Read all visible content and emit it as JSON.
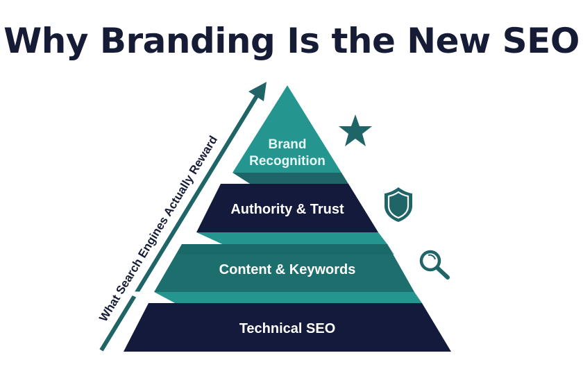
{
  "title": "Why Branding Is the New SEO",
  "axis": {
    "label": "What Search Engines Actually Reward",
    "direction": "up"
  },
  "pyramid": {
    "levels": [
      {
        "order": 1,
        "label_line1": "Brand",
        "label_line2": "Recognition",
        "color": "#25958f",
        "icon": "star-icon"
      },
      {
        "order": 2,
        "label": "Authority & Trust",
        "color": "#141a3b",
        "icon": "shield-icon"
      },
      {
        "order": 3,
        "label": "Content & Keywords",
        "color": "#1d6f6e",
        "icon": "magnifier-icon"
      },
      {
        "order": 4,
        "label": "Technical SEO",
        "color": "#141a3b",
        "icon": null
      }
    ]
  },
  "colors": {
    "navy": "#141a3b",
    "teal": "#1d6f6e",
    "teal_light": "#25958f",
    "icon": "#1f6466",
    "title": "#161c36"
  }
}
